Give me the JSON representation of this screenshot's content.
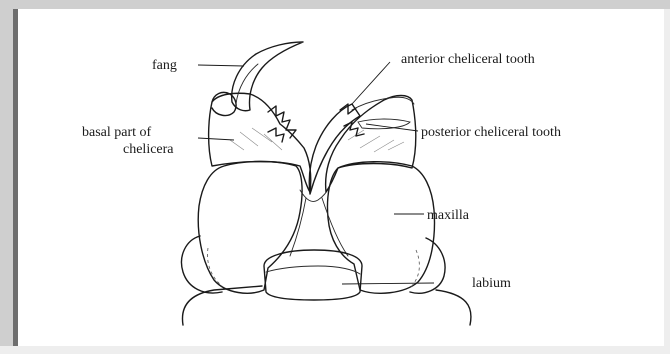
{
  "diagram": {
    "labels": {
      "fang": "fang",
      "anterior_tooth": "anterior cheliceral tooth",
      "basal_line1": "basal part of",
      "basal_line2": "chelicera",
      "posterior_tooth": "posterior cheliceral tooth",
      "maxilla": "maxilla",
      "labium": "labium"
    }
  },
  "colors": {
    "frame_light": "#cfcfcf",
    "frame_dark": "#6e6e6e",
    "ink": "#1a1a1a"
  }
}
